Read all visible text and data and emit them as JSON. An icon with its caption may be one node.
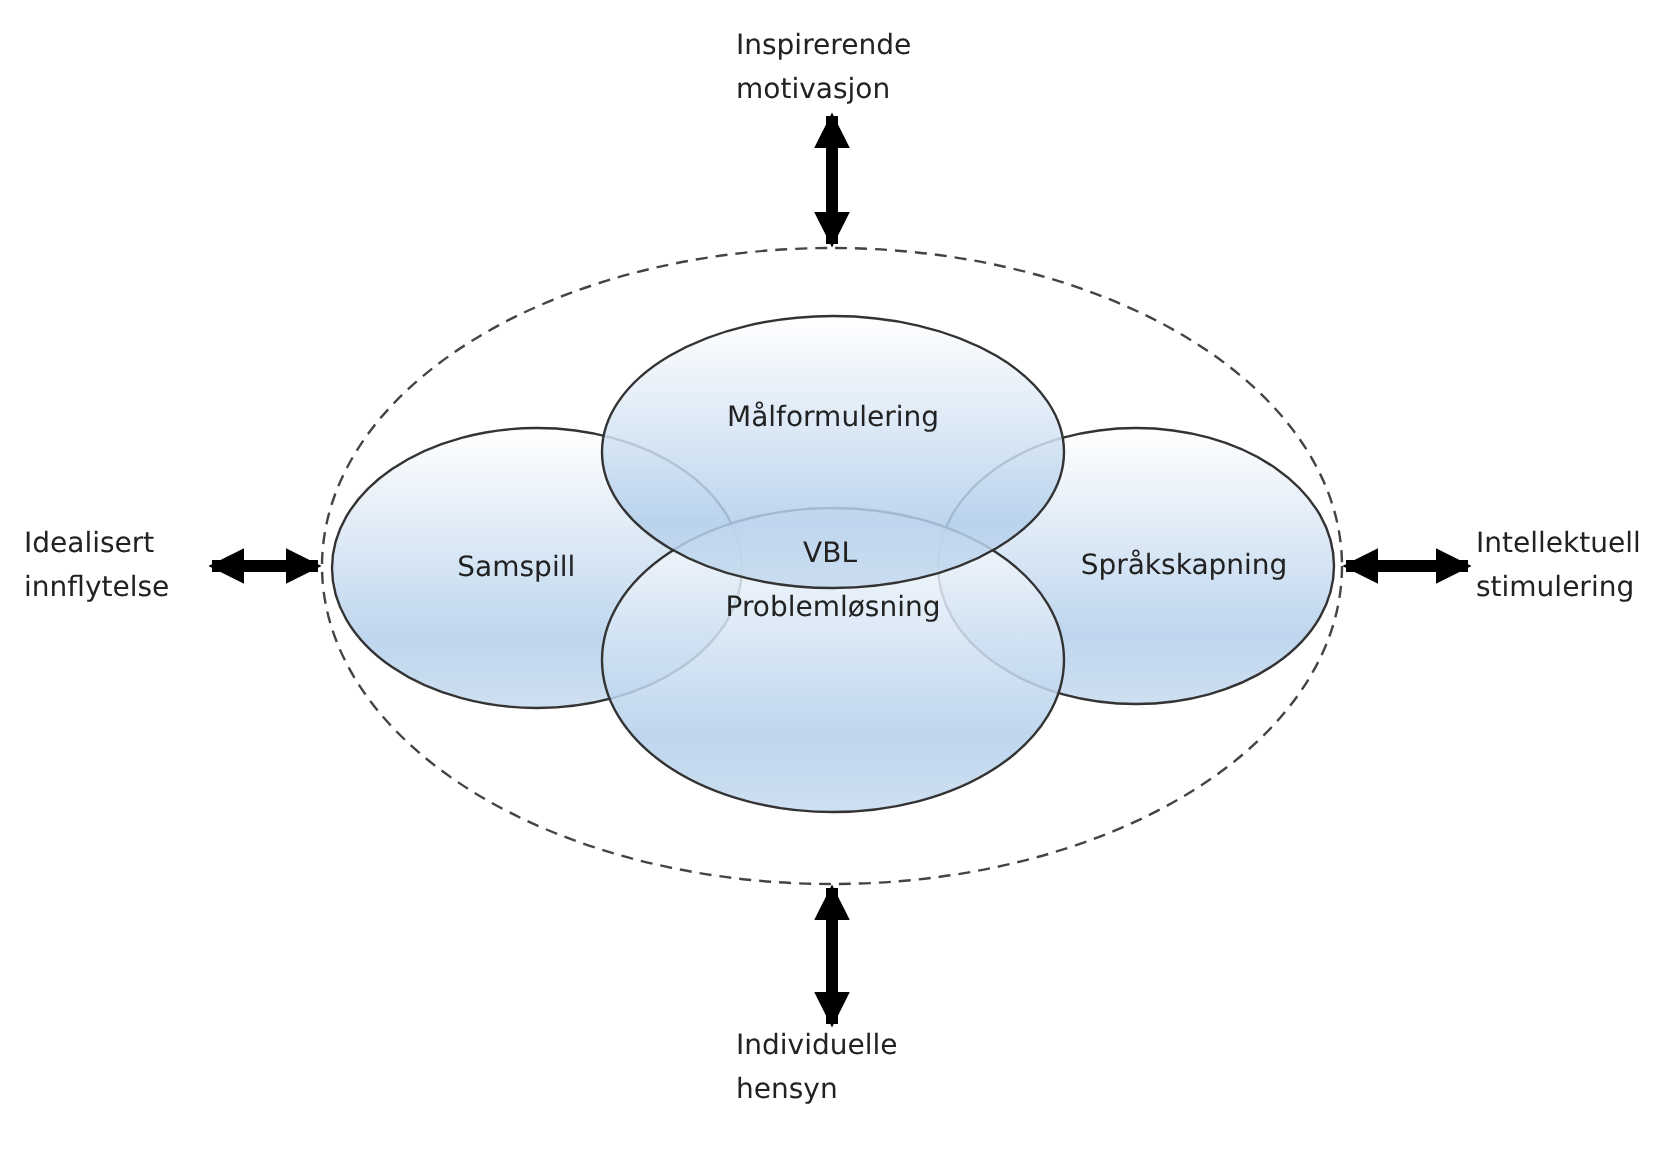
{
  "diagram": {
    "nodes": [
      {
        "text": [],
        "shape": "circle"
      },
      {
        "text": [
          "Samspill"
        ],
        "in": 0
      },
      {
        "text": [
          "Språkskapning"
        ],
        "in": 0
      },
      {
        "text": [
          "Problemløsning"
        ],
        "in": 0
      },
      {
        "text": [
          "Målformulering"
        ],
        "in": 0
      },
      {
        "text": [
          "Inspirerende motivasjon"
        ]
      },
      {
        "text": [
          "Idealisert innflytelse"
        ]
      },
      {
        "text": [
          "Intellektuell stimulering"
        ]
      },
      {
        "text": [
          "Individuelle hensyn"
        ]
      }
    ],
    "edges": [
      {
        "from": 5,
        "to": 0,
        "arrow": "both"
      },
      {
        "from": 6,
        "to": 0,
        "arrow": "both"
      },
      {
        "from": 7,
        "to": 0,
        "arrow": "both"
      },
      {
        "from": 8,
        "to": 0,
        "arrow": "both"
      }
    ],
    "labels": [
      "VBL"
    ]
  }
}
